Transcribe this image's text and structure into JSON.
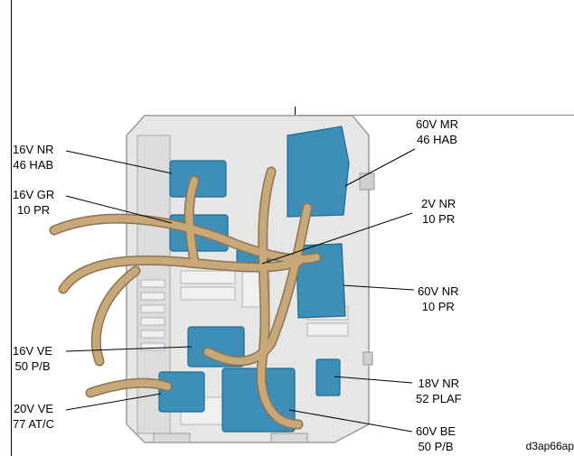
{
  "callouts": {
    "c16v_nr": {
      "line1": "16V NR",
      "line2": "46 HAB"
    },
    "c16v_gr": {
      "line1": "16V GR",
      "line2": "10 PR"
    },
    "c16v_ve": {
      "line1": "16V VE",
      "line2": "50 P/B"
    },
    "c20v_ve": {
      "line1": "20V VE",
      "line2": "77 AT/C"
    },
    "c60v_mr": {
      "line1": "60V MR",
      "line2": "46 HAB"
    },
    "c2v_nr": {
      "line1": "2V NR",
      "line2": "10 PR"
    },
    "c60v_nr": {
      "line1": "60V NR",
      "line2": "10 PR"
    },
    "c18v_nr": {
      "line1": "18V NR",
      "line2": "52 PLAF"
    },
    "c60v_be": {
      "line1": "60V BE",
      "line2": "50 P/B"
    }
  },
  "drawing_code": "d3ap66ap",
  "colors": {
    "housing": "#e6e6e6",
    "housing_edge": "#9a9a9a",
    "connector": "#3d8fb8",
    "connector_dark": "#1f6a8f",
    "wire": "#c8a878",
    "wire_edge": "#8d7350"
  }
}
